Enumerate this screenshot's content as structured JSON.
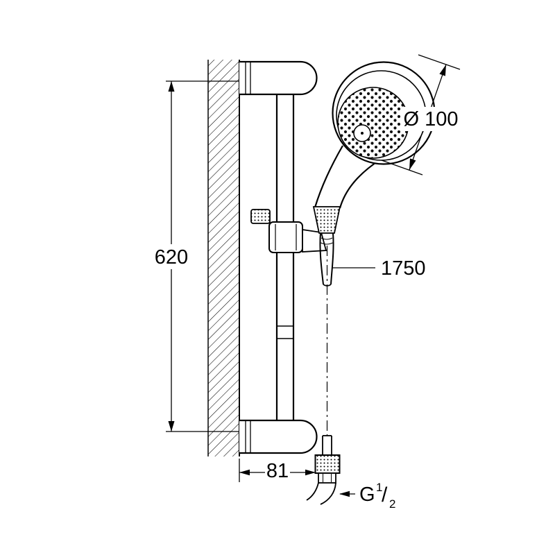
{
  "page": {
    "background": "#ffffff",
    "line_color": "#000000"
  },
  "drawing": {
    "kind": "shower-rail-set-dimension-drawing",
    "labels": {
      "rail_length": "620",
      "head_diameter": "Ø 100",
      "hose_length": "1750",
      "wall_distance": "81",
      "thread_letter": "G",
      "thread_numerator": "1",
      "thread_slash": "/",
      "thread_denominator": "2"
    }
  }
}
